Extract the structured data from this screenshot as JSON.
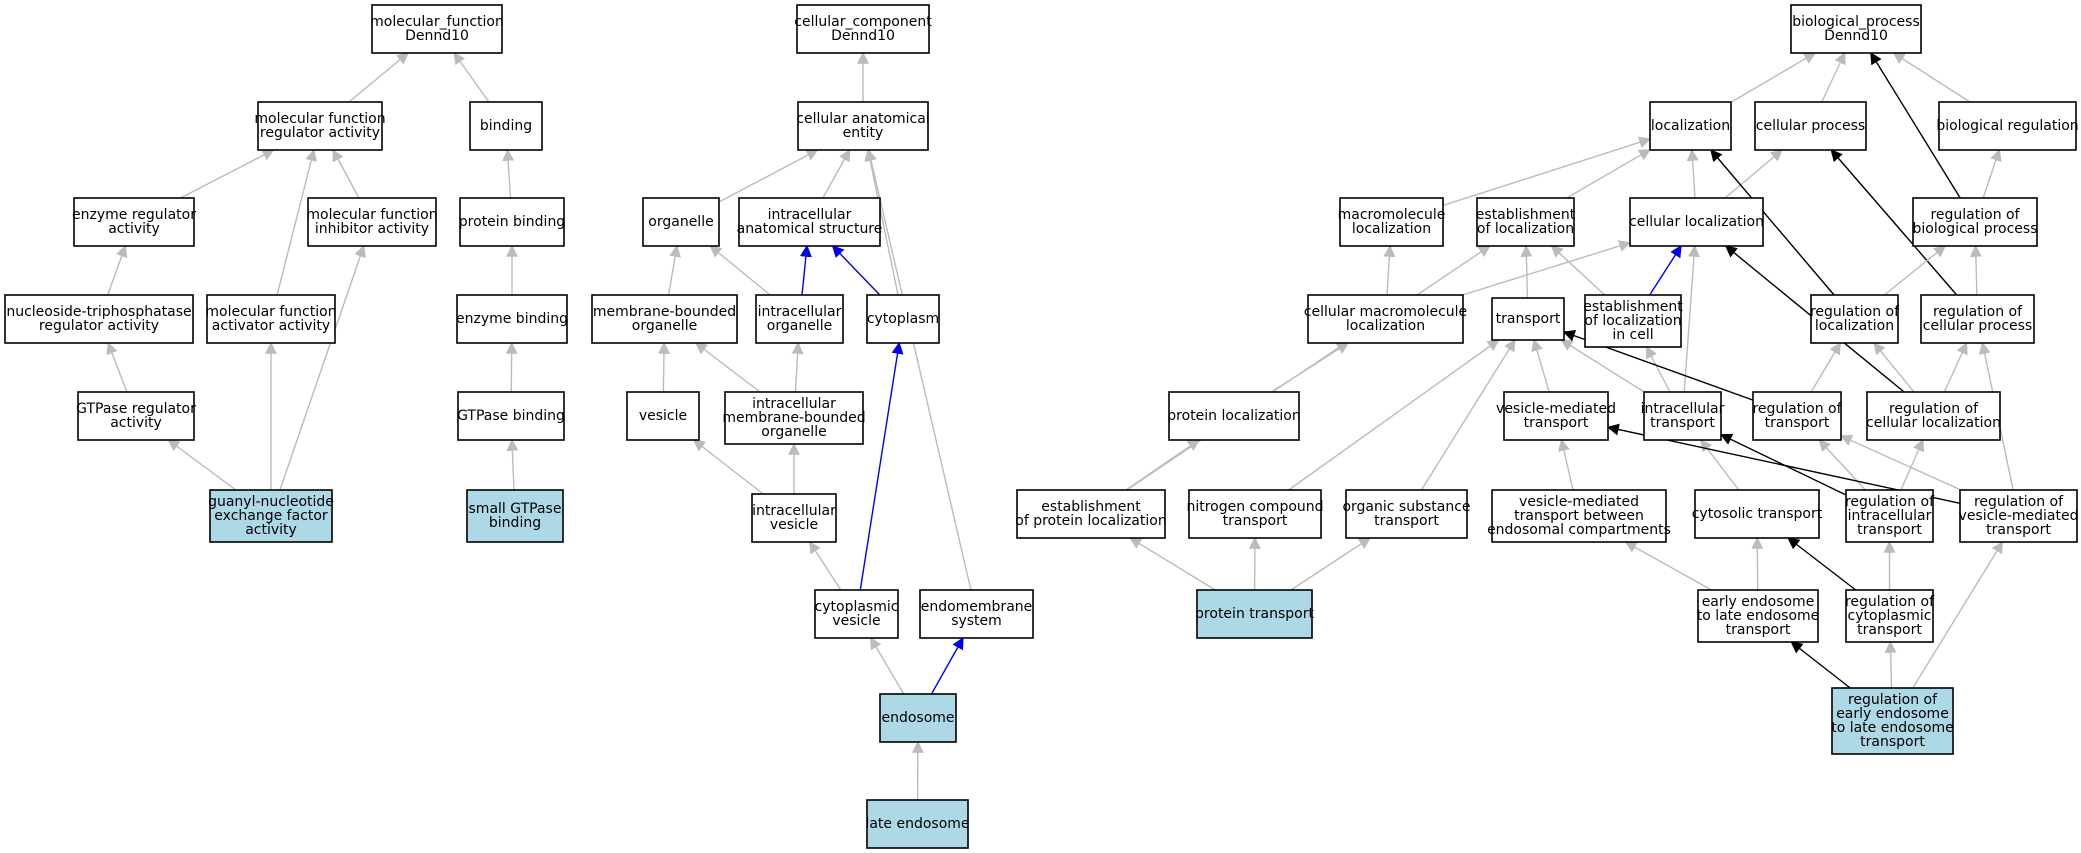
{
  "colors": {
    "node_fill": "#ffffff",
    "node_highlight": "#add8e6",
    "edge_gray": "#bbbbbb",
    "edge_blue": "#0000ee",
    "edge_black": "#000000"
  },
  "nodes": [
    {
      "id": "mf_root",
      "lines": [
        "molecular_function",
        "Dennd10"
      ],
      "highlight": false
    },
    {
      "id": "mf_reg",
      "lines": [
        "molecular function",
        "regulator activity"
      ],
      "highlight": false
    },
    {
      "id": "binding",
      "lines": [
        "binding"
      ],
      "highlight": false
    },
    {
      "id": "enz_reg",
      "lines": [
        "enzyme regulator",
        "activity"
      ],
      "highlight": false
    },
    {
      "id": "mf_inhib",
      "lines": [
        "molecular function",
        "inhibitor activity"
      ],
      "highlight": false
    },
    {
      "id": "prot_bind",
      "lines": [
        "protein binding"
      ],
      "highlight": false
    },
    {
      "id": "ntp_reg",
      "lines": [
        "nucleoside-triphosphatase",
        "regulator activity"
      ],
      "highlight": false
    },
    {
      "id": "mf_act",
      "lines": [
        "molecular function",
        "activator activity"
      ],
      "highlight": false
    },
    {
      "id": "enz_bind",
      "lines": [
        "enzyme binding"
      ],
      "highlight": false
    },
    {
      "id": "gtp_reg",
      "lines": [
        "GTPase regulator",
        "activity"
      ],
      "highlight": false
    },
    {
      "id": "gtp_bind",
      "lines": [
        "GTPase binding"
      ],
      "highlight": false
    },
    {
      "id": "gnef",
      "lines": [
        "guanyl-nucleotide",
        "exchange factor",
        "activity"
      ],
      "highlight": true
    },
    {
      "id": "small_gtp",
      "lines": [
        "small GTPase",
        "binding"
      ],
      "highlight": true
    },
    {
      "id": "cc_root",
      "lines": [
        "cellular_component",
        "Dennd10"
      ],
      "highlight": false
    },
    {
      "id": "cae",
      "lines": [
        "cellular anatomical",
        "entity"
      ],
      "highlight": false
    },
    {
      "id": "organelle",
      "lines": [
        "organelle"
      ],
      "highlight": false
    },
    {
      "id": "ias",
      "lines": [
        "intracellular",
        "anatomical structure"
      ],
      "highlight": false
    },
    {
      "id": "mbo",
      "lines": [
        "membrane-bounded",
        "organelle"
      ],
      "highlight": false
    },
    {
      "id": "io",
      "lines": [
        "intracellular",
        "organelle"
      ],
      "highlight": false
    },
    {
      "id": "cytoplasm",
      "lines": [
        "cytoplasm"
      ],
      "highlight": false
    },
    {
      "id": "vesicle",
      "lines": [
        "vesicle"
      ],
      "highlight": false
    },
    {
      "id": "imbo",
      "lines": [
        "intracellular",
        "membrane-bounded",
        "organelle"
      ],
      "highlight": false
    },
    {
      "id": "ivesicle",
      "lines": [
        "intracellular",
        "vesicle"
      ],
      "highlight": false
    },
    {
      "id": "cvesicle",
      "lines": [
        "cytoplasmic",
        "vesicle"
      ],
      "highlight": false
    },
    {
      "id": "endomem",
      "lines": [
        "endomembrane",
        "system"
      ],
      "highlight": false
    },
    {
      "id": "endosome",
      "lines": [
        "endosome"
      ],
      "highlight": true
    },
    {
      "id": "late_endo",
      "lines": [
        "late endosome"
      ],
      "highlight": true
    },
    {
      "id": "bp_root",
      "lines": [
        "biological_process",
        "Dennd10"
      ],
      "highlight": false
    },
    {
      "id": "localization",
      "lines": [
        "localization"
      ],
      "highlight": false
    },
    {
      "id": "cell_proc",
      "lines": [
        "cellular process"
      ],
      "highlight": false
    },
    {
      "id": "bio_reg",
      "lines": [
        "biological regulation"
      ],
      "highlight": false
    },
    {
      "id": "macro_loc",
      "lines": [
        "macromolecule",
        "localization"
      ],
      "highlight": false
    },
    {
      "id": "est_loc",
      "lines": [
        "establishment",
        "of localization"
      ],
      "highlight": false
    },
    {
      "id": "cell_loc",
      "lines": [
        "cellular localization"
      ],
      "highlight": false
    },
    {
      "id": "reg_bio",
      "lines": [
        "regulation of",
        "biological process"
      ],
      "highlight": false
    },
    {
      "id": "cmacro_loc",
      "lines": [
        "cellular macromolecule",
        "localization"
      ],
      "highlight": false
    },
    {
      "id": "transport",
      "lines": [
        "transport"
      ],
      "highlight": false
    },
    {
      "id": "est_loc_cell",
      "lines": [
        "establishment",
        "of localization",
        "in cell"
      ],
      "highlight": false
    },
    {
      "id": "reg_loc",
      "lines": [
        "regulation of",
        "localization"
      ],
      "highlight": false
    },
    {
      "id": "reg_cell_proc",
      "lines": [
        "regulation of",
        "cellular process"
      ],
      "highlight": false
    },
    {
      "id": "prot_loc",
      "lines": [
        "protein localization"
      ],
      "highlight": false
    },
    {
      "id": "ves_trans",
      "lines": [
        "vesicle-mediated",
        "transport"
      ],
      "highlight": false
    },
    {
      "id": "ic_trans",
      "lines": [
        "intracellular",
        "transport"
      ],
      "highlight": false
    },
    {
      "id": "reg_trans",
      "lines": [
        "regulation of",
        "transport"
      ],
      "highlight": false
    },
    {
      "id": "reg_cell_loc",
      "lines": [
        "regulation of",
        "cellular localization"
      ],
      "highlight": false
    },
    {
      "id": "est_prot_loc",
      "lines": [
        "establishment",
        "of protein localization"
      ],
      "highlight": false
    },
    {
      "id": "nitro_trans",
      "lines": [
        "nitrogen compound",
        "transport"
      ],
      "highlight": false
    },
    {
      "id": "org_trans",
      "lines": [
        "organic substance",
        "transport"
      ],
      "highlight": false
    },
    {
      "id": "ves_endo",
      "lines": [
        "vesicle-mediated",
        "transport between",
        "endosomal compartments"
      ],
      "highlight": false
    },
    {
      "id": "cyto_trans",
      "lines": [
        "cytosolic transport"
      ],
      "highlight": false
    },
    {
      "id": "reg_ic_trans",
      "lines": [
        "regulation of",
        "intracellular",
        "transport"
      ],
      "highlight": false
    },
    {
      "id": "reg_ves_trans",
      "lines": [
        "regulation of",
        "vesicle-mediated",
        "transport"
      ],
      "highlight": false
    },
    {
      "id": "prot_trans",
      "lines": [
        "protein transport"
      ],
      "highlight": true
    },
    {
      "id": "early_late",
      "lines": [
        "early endosome",
        "to late endosome",
        "transport"
      ],
      "highlight": false
    },
    {
      "id": "reg_cyto_trans",
      "lines": [
        "regulation of",
        "cytoplasmic",
        "transport"
      ],
      "highlight": false
    },
    {
      "id": "reg_early_late",
      "lines": [
        "regulation of",
        "early endosome",
        "to late endosome",
        "transport"
      ],
      "highlight": true
    }
  ],
  "edges": [
    {
      "from": "mf_reg",
      "to": "mf_root",
      "color": "gray"
    },
    {
      "from": "binding",
      "to": "mf_root",
      "color": "gray"
    },
    {
      "from": "enz_reg",
      "to": "mf_reg",
      "color": "gray"
    },
    {
      "from": "mf_inhib",
      "to": "mf_reg",
      "color": "gray"
    },
    {
      "from": "mf_act",
      "to": "mf_reg",
      "color": "gray"
    },
    {
      "from": "prot_bind",
      "to": "binding",
      "color": "gray"
    },
    {
      "from": "ntp_reg",
      "to": "enz_reg",
      "color": "gray"
    },
    {
      "from": "enz_bind",
      "to": "prot_bind",
      "color": "gray"
    },
    {
      "from": "gtp_reg",
      "to": "ntp_reg",
      "color": "gray"
    },
    {
      "from": "gtp_bind",
      "to": "enz_bind",
      "color": "gray"
    },
    {
      "from": "gnef",
      "to": "gtp_reg",
      "color": "gray"
    },
    {
      "from": "gnef",
      "to": "mf_act",
      "color": "gray"
    },
    {
      "from": "gnef",
      "to": "mf_inhib",
      "color": "gray"
    },
    {
      "from": "small_gtp",
      "to": "gtp_bind",
      "color": "gray"
    },
    {
      "from": "cae",
      "to": "cc_root",
      "color": "gray"
    },
    {
      "from": "organelle",
      "to": "cae",
      "color": "gray"
    },
    {
      "from": "ias",
      "to": "cae",
      "color": "gray"
    },
    {
      "from": "cytoplasm",
      "to": "cae",
      "color": "gray"
    },
    {
      "from": "endomem",
      "to": "cae",
      "color": "gray"
    },
    {
      "from": "mbo",
      "to": "organelle",
      "color": "gray"
    },
    {
      "from": "io",
      "to": "organelle",
      "color": "gray"
    },
    {
      "from": "io",
      "to": "ias",
      "color": "blue"
    },
    {
      "from": "cytoplasm",
      "to": "ias",
      "color": "blue"
    },
    {
      "from": "vesicle",
      "to": "mbo",
      "color": "gray"
    },
    {
      "from": "imbo",
      "to": "mbo",
      "color": "gray"
    },
    {
      "from": "imbo",
      "to": "io",
      "color": "gray"
    },
    {
      "from": "ivesicle",
      "to": "vesicle",
      "color": "gray"
    },
    {
      "from": "ivesicle",
      "to": "imbo",
      "color": "gray"
    },
    {
      "from": "cvesicle",
      "to": "ivesicle",
      "color": "gray"
    },
    {
      "from": "cvesicle",
      "to": "cytoplasm",
      "color": "blue"
    },
    {
      "from": "endosome",
      "to": "cvesicle",
      "color": "gray"
    },
    {
      "from": "endosome",
      "to": "endomem",
      "color": "blue"
    },
    {
      "from": "late_endo",
      "to": "endosome",
      "color": "gray"
    },
    {
      "from": "localization",
      "to": "bp_root",
      "color": "gray"
    },
    {
      "from": "cell_proc",
      "to": "bp_root",
      "color": "gray"
    },
    {
      "from": "bio_reg",
      "to": "bp_root",
      "color": "gray"
    },
    {
      "from": "reg_bio",
      "to": "bp_root",
      "color": "black"
    },
    {
      "from": "macro_loc",
      "to": "localization",
      "color": "gray"
    },
    {
      "from": "est_loc",
      "to": "localization",
      "color": "gray"
    },
    {
      "from": "cell_loc",
      "to": "localization",
      "color": "gray"
    },
    {
      "from": "cell_loc",
      "to": "cell_proc",
      "color": "gray"
    },
    {
      "from": "reg_loc",
      "to": "localization",
      "color": "black"
    },
    {
      "from": "reg_cell_proc",
      "to": "cell_proc",
      "color": "black"
    },
    {
      "from": "reg_bio",
      "to": "bio_reg",
      "color": "gray"
    },
    {
      "from": "reg_loc",
      "to": "reg_bio",
      "color": "gray"
    },
    {
      "from": "reg_cell_proc",
      "to": "reg_bio",
      "color": "gray"
    },
    {
      "from": "cmacro_loc",
      "to": "macro_loc",
      "color": "gray"
    },
    {
      "from": "cmacro_loc",
      "to": "cell_loc",
      "color": "gray"
    },
    {
      "from": "transport",
      "to": "est_loc",
      "color": "gray"
    },
    {
      "from": "est_loc_cell",
      "to": "est_loc",
      "color": "gray"
    },
    {
      "from": "est_loc_cell",
      "to": "cell_loc",
      "color": "blue"
    },
    {
      "from": "est_prot_loc",
      "to": "est_loc",
      "color": "gray"
    },
    {
      "from": "prot_loc",
      "to": "cmacro_loc",
      "color": "gray"
    },
    {
      "from": "ves_trans",
      "to": "transport",
      "color": "gray"
    },
    {
      "from": "ic_trans",
      "to": "transport",
      "color": "gray"
    },
    {
      "from": "ic_trans",
      "to": "est_loc_cell",
      "color": "gray"
    },
    {
      "from": "ic_trans",
      "to": "cell_loc",
      "color": "gray"
    },
    {
      "from": "reg_trans",
      "to": "transport",
      "color": "black"
    },
    {
      "from": "reg_trans",
      "to": "reg_loc",
      "color": "gray"
    },
    {
      "from": "reg_cell_loc",
      "to": "reg_loc",
      "color": "gray"
    },
    {
      "from": "reg_cell_loc",
      "to": "cell_loc",
      "color": "black"
    },
    {
      "from": "reg_cell_loc",
      "to": "reg_cell_proc",
      "color": "gray"
    },
    {
      "from": "est_prot_loc",
      "to": "prot_loc",
      "color": "gray"
    },
    {
      "from": "nitro_trans",
      "to": "transport",
      "color": "gray"
    },
    {
      "from": "org_trans",
      "to": "transport",
      "color": "gray"
    },
    {
      "from": "ves_endo",
      "to": "ves_trans",
      "color": "gray"
    },
    {
      "from": "cyto_trans",
      "to": "ic_trans",
      "color": "gray"
    },
    {
      "from": "reg_ic_trans",
      "to": "ic_trans",
      "color": "black"
    },
    {
      "from": "reg_ic_trans",
      "to": "reg_trans",
      "color": "gray"
    },
    {
      "from": "reg_ic_trans",
      "to": "reg_cell_loc",
      "color": "gray"
    },
    {
      "from": "reg_ves_trans",
      "to": "ves_trans",
      "color": "black"
    },
    {
      "from": "reg_ves_trans",
      "to": "reg_trans",
      "color": "gray"
    },
    {
      "from": "reg_ves_trans",
      "to": "reg_cell_proc",
      "color": "gray"
    },
    {
      "from": "prot_trans",
      "to": "est_prot_loc",
      "color": "gray"
    },
    {
      "from": "prot_trans",
      "to": "nitro_trans",
      "color": "gray"
    },
    {
      "from": "prot_trans",
      "to": "org_trans",
      "color": "gray"
    },
    {
      "from": "early_late",
      "to": "ves_endo",
      "color": "gray"
    },
    {
      "from": "early_late",
      "to": "cyto_trans",
      "color": "gray"
    },
    {
      "from": "reg_cyto_trans",
      "to": "cyto_trans",
      "color": "black"
    },
    {
      "from": "reg_cyto_trans",
      "to": "reg_ic_trans",
      "color": "gray"
    },
    {
      "from": "reg_early_late",
      "to": "early_late",
      "color": "black"
    },
    {
      "from": "reg_early_late",
      "to": "reg_cyto_trans",
      "color": "gray"
    },
    {
      "from": "reg_early_late",
      "to": "reg_ves_trans",
      "color": "gray"
    }
  ]
}
